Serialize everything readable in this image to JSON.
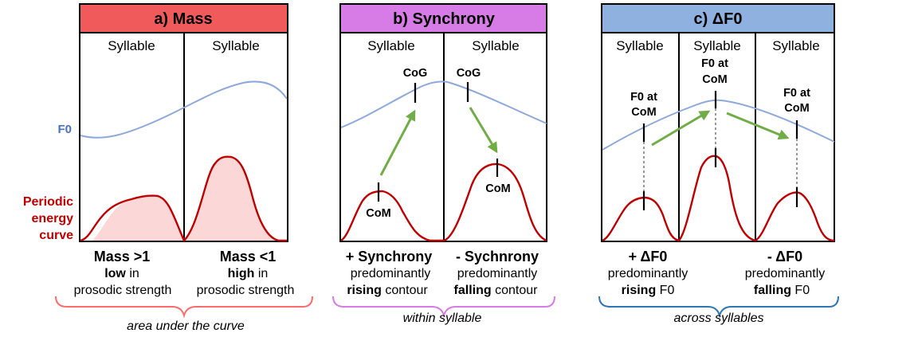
{
  "colors": {
    "mass_header": "#f05a5a",
    "sync_header": "#d77be6",
    "df0_header": "#8fb1df",
    "f0_curve": "#8da9db",
    "energy_curve": "#c00000",
    "energy_fill": "#fbd7d7",
    "arrow": "#70ad47",
    "brace_mass": "#ff6b6b",
    "brace_sync": "#d77be6",
    "brace_df0": "#2e75b6",
    "f0_label": "#4472c4",
    "periodic_label": "#c00000"
  },
  "left_labels": {
    "f0": "F0",
    "periodic": "Periodic",
    "energy": "energy",
    "curve": "curve"
  },
  "panels": {
    "mass": {
      "header": "a)  Mass",
      "syllable_left": "Syllable",
      "syllable_right": "Syllable",
      "left_title": "Mass  >1",
      "left_l1_bold": "low",
      "left_l1_rest": "  in",
      "left_l2": "prosodic  strength",
      "right_title": "Mass  <1",
      "right_l1_bold": "high",
      "right_l1_rest": "  in",
      "right_l2": "prosodic  strength",
      "brace_caption": "area under the curve"
    },
    "sync": {
      "header": "b)  Synchrony",
      "syllable_left": "Syllable",
      "syllable_right": "Syllable",
      "cog_left": "CoG",
      "cog_right": "CoG",
      "com_left": "CoM",
      "com_right": "CoM",
      "left_title": "+ Synchrony",
      "left_l1": "predominantly",
      "left_l2_bold": "rising",
      "left_l2_rest": " contour",
      "right_title": "- Sychnrony",
      "right_l1": "predominantly",
      "right_l2_bold": "falling",
      "right_l2_rest": " contour",
      "brace_caption": "within syllable"
    },
    "df0": {
      "header": "c)  ΔF0",
      "syllable_1": "Syllable",
      "syllable_2": "Syllable",
      "syllable_3": "Syllable",
      "f0_at": "F0  at",
      "com": "CoM",
      "left_title": "+  ΔF0",
      "left_l1": "predominantly",
      "left_l2_bold": "rising",
      "left_l2_rest": "  F0",
      "right_title": "-  ΔF0",
      "right_l1": "predominantly",
      "right_l2_bold": "falling",
      "right_l2_rest": "  F0",
      "brace_caption": "across syllables"
    }
  }
}
